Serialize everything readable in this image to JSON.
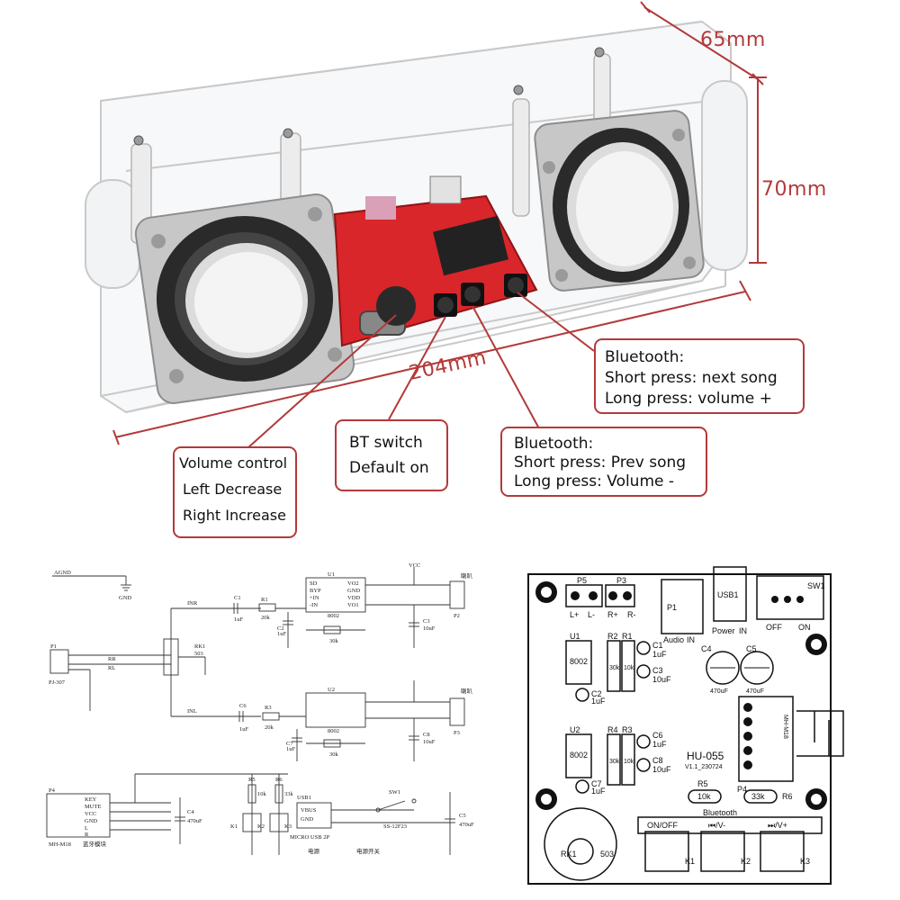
{
  "dimensions": {
    "depth": "65mm",
    "height": "70mm",
    "length": "204mm"
  },
  "callouts": {
    "next_song": {
      "lines": [
        "Bluetooth:",
        "Short press:  next song",
        "Long press: volume +"
      ]
    },
    "prev_song": {
      "lines": [
        "Bluetooth:",
        "Short press: Prev song",
        "Long press: Volume -"
      ]
    },
    "bt_switch": {
      "lines": [
        "BT switch",
        "Default on"
      ]
    },
    "volume": {
      "lines": [
        "Volume control",
        "Left Decrease",
        "Right Increase"
      ]
    }
  },
  "board_label": "HU-055",
  "schematic": {
    "agnd": "AGND",
    "gnd": "GND",
    "vcc": "VCC",
    "inr": "INR",
    "inl": "INL",
    "c1": "C1",
    "c1_val": "1uF",
    "r1": "R1",
    "r1_val": "20k",
    "c6": "C6",
    "c6_val": "1uF",
    "r3": "R3",
    "r3_val": "20k",
    "c2": "C2",
    "c2_val": "1uF",
    "c7": "C7",
    "c7_val": "1uF",
    "r2_val": "30k",
    "r4_val": "30k",
    "c3": "C3",
    "c3_val": "10uF",
    "c8": "C8",
    "c8_val": "10uF",
    "rk1": "RK1",
    "rk1_val": "503",
    "p1": "P1",
    "p1_part": "PJ-307",
    "u1": "U1",
    "u2": "U2",
    "chip": "8002",
    "speaker": "喇叭",
    "p2": "P2",
    "p3": "P3",
    "pins": [
      "SD",
      "BYP",
      "+IN",
      "-IN",
      "VO2",
      "GND",
      "VDD",
      "VO1"
    ],
    "p4": "P4",
    "bt_module": "MH-M18",
    "bt_pins": [
      "KEY",
      "MUTE",
      "VCC",
      "GND",
      "L",
      "R"
    ],
    "bt_caption": "蓝牙模块",
    "r5": "R5",
    "r5_val": "10k",
    "r6": "R6",
    "r6_val": "33k",
    "k1": "K1",
    "k2": "K2",
    "k3": "K3",
    "c4": "C4",
    "c4_val": "470uF",
    "c5": "C5",
    "c5_val": "470uF",
    "usb1": "USB1",
    "vbus": "VBUS",
    "usb_part": "MICRO USB 2P",
    "sw1": "SW1",
    "sw_part": "SS-12F23",
    "power_caption": "电源",
    "switch_caption": "电源开关",
    "rl": "RL",
    "rr": "RR"
  },
  "pcb": {
    "p5": "P5",
    "p3": "P3",
    "pin_labels": [
      "L+",
      "L-",
      "R+",
      "R-"
    ],
    "p1": "P1",
    "audio": "Audio",
    "in": "IN",
    "usb1": "USB1",
    "power": "Power",
    "in2": "IN",
    "sw1": "SW1",
    "off": "OFF",
    "on": "ON",
    "u1": "U1",
    "u2": "U2",
    "chip": "8002",
    "r2": "R2",
    "r1": "R1",
    "r4": "R4",
    "r3": "R3",
    "r30k": "30k",
    "r10k": "10k",
    "c1": "C1",
    "c1_val": "1uF",
    "c2": "C2",
    "c2_val": "1uF",
    "c3": "C3",
    "c3_val": "10uF",
    "c6": "C6",
    "c6_val": "1uF",
    "c7": "C7",
    "c7_val": "1uF",
    "c8": "C8",
    "c8_val": "10uF",
    "c4": "C4",
    "c5": "C5",
    "cap_val": "470uF",
    "module": "MH-M18",
    "p4": "P4",
    "name": "HU-055",
    "version": "V1.1_230724",
    "r5": "R5",
    "r5_val": "10k",
    "r6": "R6",
    "r6_val": "33k",
    "bluetooth": "Bluetooth",
    "btn1": "ON/OFF",
    "btn2": "⏮/V-",
    "btn3": "⏭/V+",
    "rk1": "RK1",
    "rk1_val": "503",
    "k1": "K1",
    "k2": "K2",
    "k3": "K3"
  }
}
